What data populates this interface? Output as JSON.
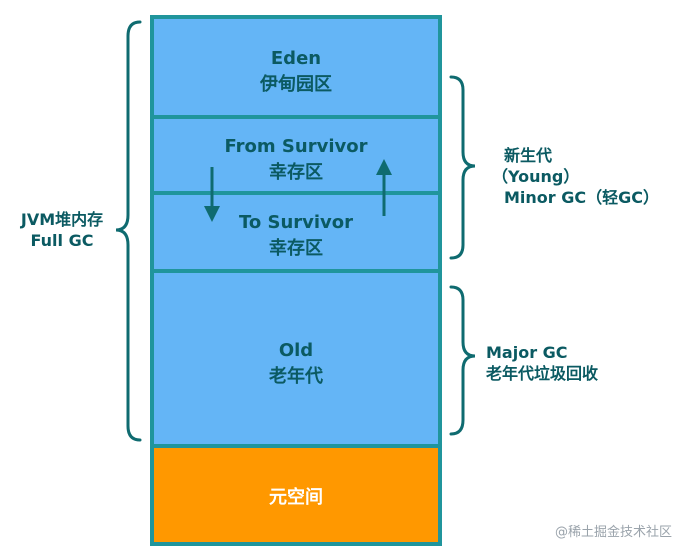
{
  "heap": {
    "eden": {
      "en": "Eden",
      "zh": "伊甸园区"
    },
    "from_survivor": {
      "en": "From Survivor",
      "zh": "幸存区"
    },
    "to_survivor": {
      "en": "To Survivor",
      "zh": "幸存区"
    },
    "old": {
      "en": "Old",
      "zh": "老年代"
    }
  },
  "metaspace": {
    "label": "元空间"
  },
  "annotations": {
    "jvm_heap": {
      "line1": "JVM堆内存",
      "line2": "Full GC"
    },
    "young": {
      "line1": "新生代",
      "line2": "（Young）",
      "line3": "Minor GC（轻GC）"
    },
    "old": {
      "line1": "Major GC",
      "line2": "老年代垃圾回收"
    }
  },
  "watermark": "@稀土掘金技术社区",
  "colors": {
    "heap_fill": "#64b5f6",
    "border": "#20959c",
    "metaspace_fill": "#ff9800",
    "text": "#0b5a62"
  }
}
